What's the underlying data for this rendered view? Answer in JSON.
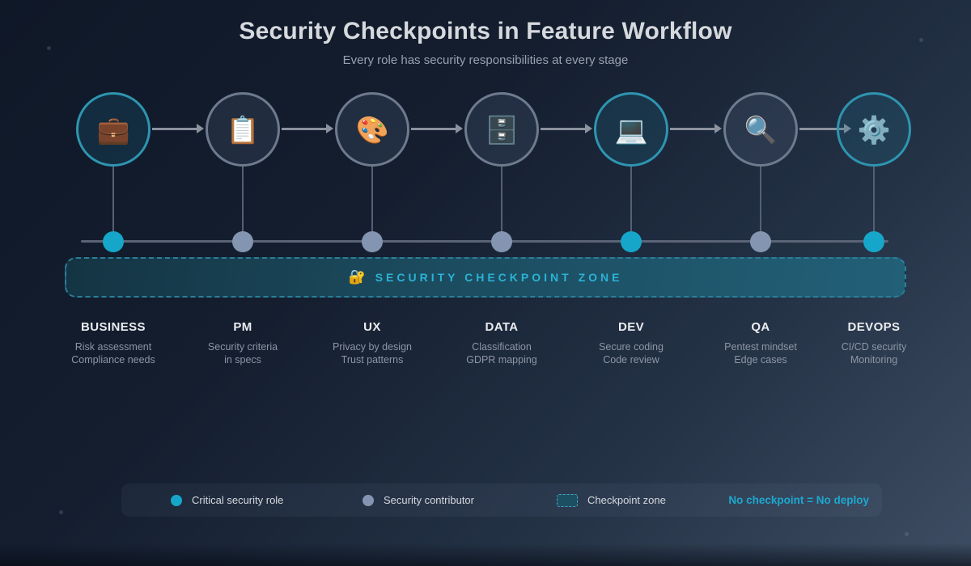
{
  "header": {
    "title": "Security Checkpoints in Feature Workflow",
    "subtitle": "Every role has security responsibilities at every stage"
  },
  "zone": {
    "icon": "🔐",
    "label": "SECURITY CHECKPOINT ZONE"
  },
  "stages": [
    {
      "label": "BUSINESS",
      "icon": "💼",
      "critical": true,
      "notes": [
        "Risk assessment",
        "Compliance needs"
      ]
    },
    {
      "label": "PM",
      "icon": "📋",
      "critical": false,
      "notes": [
        "Security criteria",
        "in specs"
      ]
    },
    {
      "label": "UX",
      "icon": "🎨",
      "critical": false,
      "notes": [
        "Privacy by design",
        "Trust patterns"
      ]
    },
    {
      "label": "DATA",
      "icon": "🗄️",
      "critical": false,
      "notes": [
        "Classification",
        "GDPR mapping"
      ]
    },
    {
      "label": "DEV",
      "icon": "💻",
      "critical": true,
      "notes": [
        "Secure coding",
        "Code review"
      ]
    },
    {
      "label": "QA",
      "icon": "🔍",
      "critical": false,
      "notes": [
        "Pentest mindset",
        "Edge cases"
      ]
    },
    {
      "label": "DEVOPS",
      "icon": "⚙️",
      "critical": true,
      "notes": [
        "CI/CD security",
        "Monitoring"
      ]
    }
  ],
  "legend": {
    "critical_label": "Critical security role",
    "contributor_label": "Security contributor",
    "zone_label": "Checkpoint zone",
    "warning": "No checkpoint = No deploy"
  },
  "colors": {
    "critical_dot": "#16a6c9",
    "contributor_dot": "#8495b1",
    "zone_border": "#2c7e98",
    "zone_text": "#2bb3d6",
    "background_top": "#0f1827",
    "background_bottom": "#3e4d63"
  }
}
